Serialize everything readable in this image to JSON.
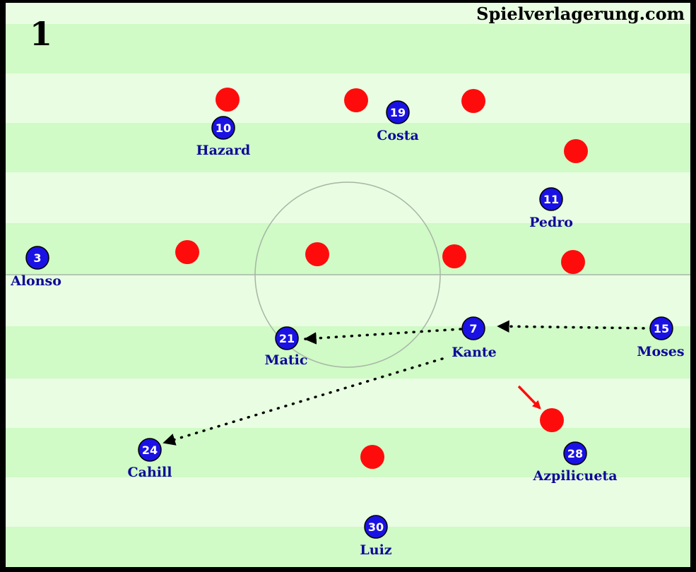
{
  "figure_number": "1",
  "watermark": "Spielverlagerung.com",
  "colors": {
    "stripe_light": "#e9fde2",
    "stripe_dark": "#d0fac6",
    "border": "#000000",
    "line": "#a6b5a5",
    "team_blue": "#1a12e4",
    "blue_label": "#0d0999",
    "opponent_red": "#fe0c0c",
    "pass_arrow": "#000000",
    "highlight_arrow": "#fe0c0c",
    "text": "#000000"
  },
  "blue_players": [
    {
      "number": "10",
      "name": "Hazard"
    },
    {
      "number": "19",
      "name": "Costa"
    },
    {
      "number": "11",
      "name": "Pedro"
    },
    {
      "number": "3",
      "name": "Alonso"
    },
    {
      "number": "21",
      "name": "Matic"
    },
    {
      "number": "7",
      "name": "Kante"
    },
    {
      "number": "15",
      "name": "Moses"
    },
    {
      "number": "24",
      "name": "Cahill"
    },
    {
      "number": "28",
      "name": "Azpilicueta"
    },
    {
      "number": "30",
      "name": "Luiz"
    }
  ],
  "red_players": 10,
  "passes": [
    {
      "from": "Moses",
      "to": "Kante",
      "style": "dotted-arrow"
    },
    {
      "from": "Kante",
      "to": "Matic",
      "style": "dotted-arrow"
    },
    {
      "from": "Kante",
      "to": "Cahill",
      "style": "dotted-arrow"
    }
  ],
  "highlight": {
    "target": "red player near Azpilicueta",
    "style": "red-arrow"
  }
}
